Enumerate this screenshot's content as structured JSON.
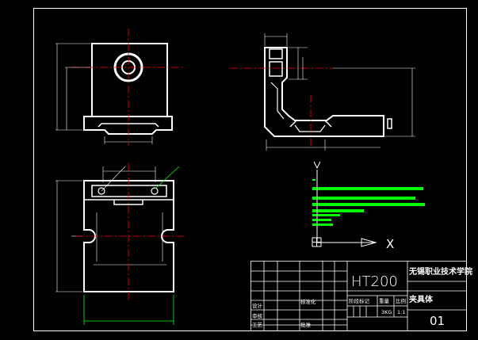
{
  "colors": {
    "background": "#000000",
    "frame": "#ffffff",
    "centerline": "#ff0000",
    "dimension": "#00ff00",
    "outline": "#ffffff"
  },
  "title_block": {
    "material": "HT200",
    "school": "无锡职业技术学院",
    "part_name": "夹具体",
    "drawing_number": "01",
    "designer_label": "设计",
    "checker_label": "审核",
    "process_label": "工艺",
    "standard_label": "标准化",
    "approve_label": "批准",
    "stage_label": "阶段标记",
    "weight_label": "重量",
    "scale_label": "比例",
    "weight_value": "3KG",
    "scale_value": "1:1"
  },
  "ucs": {
    "x_label": "X",
    "y_label": "Y"
  }
}
